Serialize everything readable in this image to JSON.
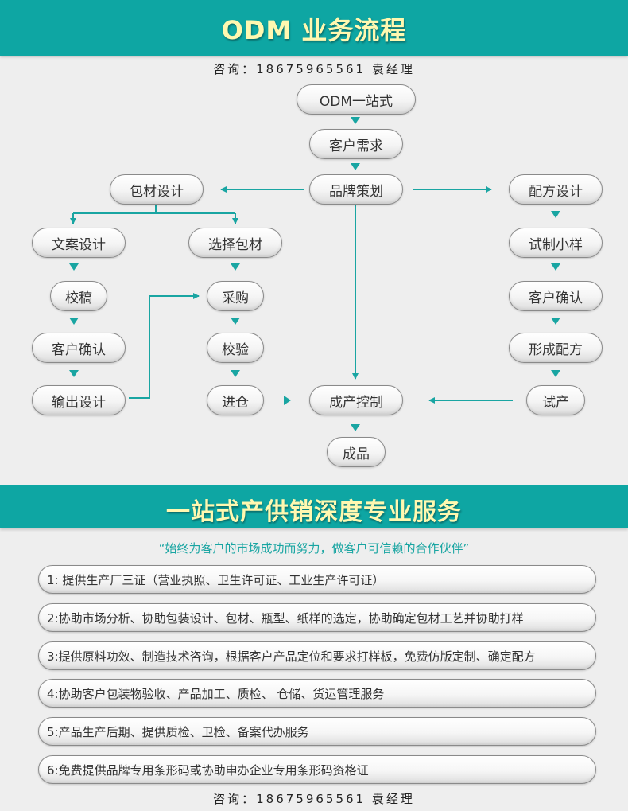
{
  "header": {
    "title": "ODM 业务流程",
    "consult": "咨询：18675965561 袁经理"
  },
  "flow": {
    "odm": "ODM一站式",
    "demand": "客户需求",
    "brand": "品牌策划",
    "packaging": "包材设计",
    "formula": "配方设计",
    "copy": "文案设计",
    "select_pack": "选择包材",
    "sample": "试制小样",
    "draft": "校稿",
    "purchase": "采购",
    "confirm_formula": "客户确认",
    "confirm_copy": "客户确认",
    "inspect": "校验",
    "form_formula": "形成配方",
    "output": "输出设计",
    "warehouse": "进仓",
    "control": "成产控制",
    "trial": "试产",
    "product": "成品"
  },
  "services_section": {
    "title": "一站式产供销深度专业服务",
    "slogan": "“始终为客户的市场成功而努力，做客户可信赖的合作伙伴”",
    "items": [
      "1: 提供生产厂三证（营业执照、卫生许可证、工业生产许可证）",
      "2:协助市场分析、协助包装设计、包材、瓶型、纸样的选定，协助确定包材工艺并协助打样",
      "3:提供原料功效、制造技术咨询，根据客户产品定位和要求打样板，免费仿版定制、确定配方",
      "4:协助客户包装物验收、产品加工、质检、 仓储、货运管理服务",
      "5:产品生产后期、提供质检、卫检、备案代办服务",
      "6:免费提供品牌专用条形码或协助申办企业专用条形码资格证"
    ],
    "consult": "咨询：18675965561 袁经理"
  },
  "colors": {
    "banner": "#0ea6a3",
    "title": "#fff8b0",
    "arrow": "#19a5a2"
  }
}
